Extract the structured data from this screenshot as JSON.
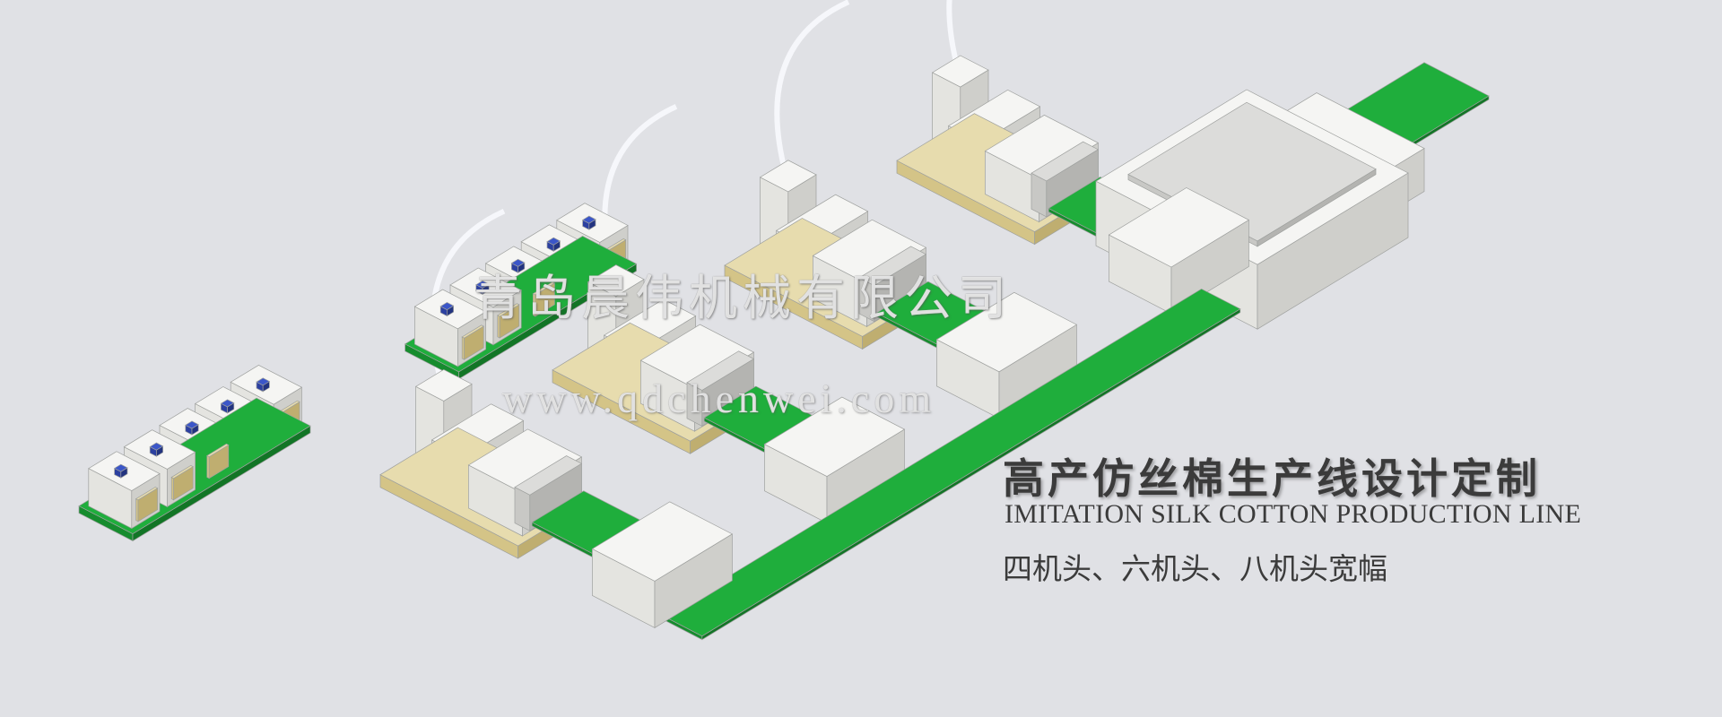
{
  "banner": {
    "headline": "高产仿丝棉生产线设计定制",
    "subtitle_en": "IMITATION SILK COTTON PRODUCTION LINE",
    "subtitle_cn": "四机头、六机头、八机头宽幅"
  },
  "watermark": {
    "company": "青岛晨伟机械有限公司",
    "website": "www.qdchenwei.com"
  },
  "colors": {
    "background": "#e0e1e5",
    "conveyor_green": "#1fae3c",
    "text": "#3b3b3b"
  },
  "illustration": {
    "production_lines": 4,
    "opener_rows": 2
  }
}
